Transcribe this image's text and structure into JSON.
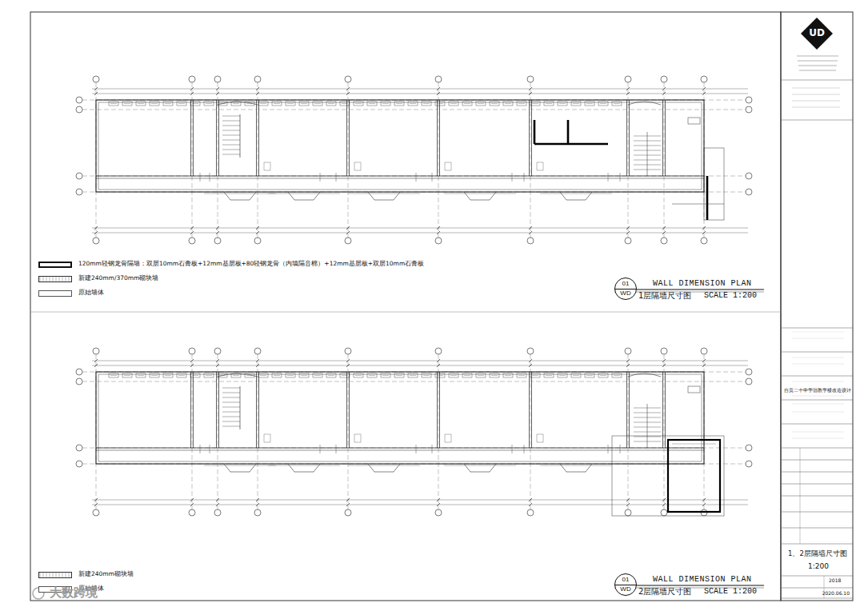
{
  "diagram": {
    "nodes": [
      {
        "text": [
          "01",
          "WD"
        ]
      },
      {
        "text": [
          "01",
          "WD"
        ]
      }
    ],
    "labels": [
      "WALL DIMENSION PLAN",
      "1层隔墙尺寸图",
      "SCALE 1:200",
      "WALL DIMENSION PLAN",
      "2层隔墙尺寸图",
      "SCALE 1:200",
      "UD",
      "自贡二十中学旧教学楼改造设计",
      "1、2层隔墙尺寸图",
      "1:200",
      "2018",
      "2020.06.10",
      "大数跨境"
    ],
    "legend": [
      {
        "text": "120mm轻钢龙骨隔墙：双层10mm石膏板+12mm基层板+80轻钢龙骨（内填隔音棉）+12mm基层板+双层10mm石膏板"
      },
      {
        "text": "新建240mm/370mm砌块墙"
      },
      {
        "text": "原始墙体"
      },
      {
        "text": "新建240mm砌块墙"
      },
      {
        "text": "原始墙体"
      }
    ]
  }
}
